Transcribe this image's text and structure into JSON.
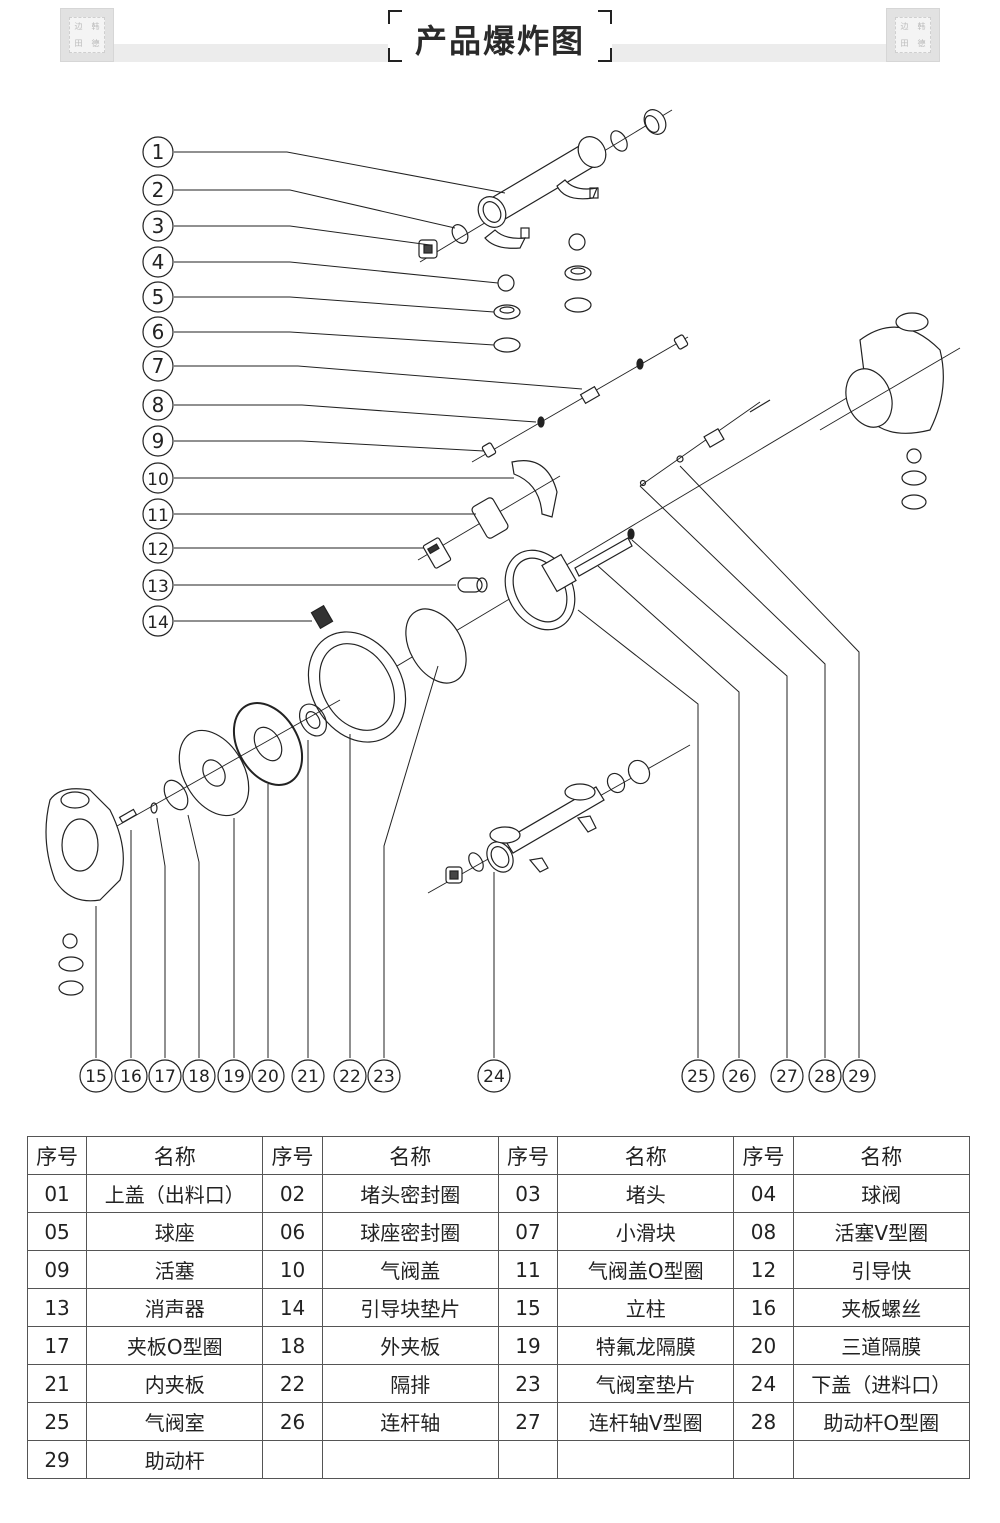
{
  "header": {
    "title": "产品爆炸图",
    "logo_glyphs": [
      "边",
      "韩",
      "田",
      "德"
    ]
  },
  "diagram": {
    "callouts_left": [
      "1",
      "2",
      "3",
      "4",
      "5",
      "6",
      "7",
      "8",
      "9",
      "10",
      "11",
      "12",
      "13",
      "14"
    ],
    "callouts_bottom": [
      "15",
      "16",
      "17",
      "18",
      "19",
      "20",
      "21",
      "22",
      "23",
      "24",
      "25",
      "26",
      "27",
      "28",
      "29"
    ]
  },
  "table": {
    "header": {
      "no": "序号",
      "name": "名称"
    },
    "rows": [
      [
        [
          "01",
          "上盖（出料口）"
        ],
        [
          "02",
          "堵头密封圈"
        ],
        [
          "03",
          "堵头"
        ],
        [
          "04",
          "球阀"
        ]
      ],
      [
        [
          "05",
          "球座"
        ],
        [
          "06",
          "球座密封圈"
        ],
        [
          "07",
          "小滑块"
        ],
        [
          "08",
          "活塞V型圈"
        ]
      ],
      [
        [
          "09",
          "活塞"
        ],
        [
          "10",
          "气阀盖"
        ],
        [
          "11",
          "气阀盖O型圈"
        ],
        [
          "12",
          "引导快"
        ]
      ],
      [
        [
          "13",
          "消声器"
        ],
        [
          "14",
          "引导块垫片"
        ],
        [
          "15",
          "立柱"
        ],
        [
          "16",
          "夹板螺丝"
        ]
      ],
      [
        [
          "17",
          "夹板O型圈"
        ],
        [
          "18",
          "外夹板"
        ],
        [
          "19",
          "特氟龙隔膜"
        ],
        [
          "20",
          "三道隔膜"
        ]
      ],
      [
        [
          "21",
          "内夹板"
        ],
        [
          "22",
          "隔排"
        ],
        [
          "23",
          "气阀室垫片"
        ],
        [
          "24",
          "下盖（进料口）"
        ]
      ],
      [
        [
          "25",
          "气阀室"
        ],
        [
          "26",
          "连杆轴"
        ],
        [
          "27",
          "连杆轴V型圈"
        ],
        [
          "28",
          "助动杆O型圈"
        ]
      ],
      [
        [
          "29",
          "助动杆"
        ],
        [
          "",
          ""
        ],
        [
          "",
          ""
        ],
        [
          "",
          ""
        ]
      ]
    ]
  }
}
